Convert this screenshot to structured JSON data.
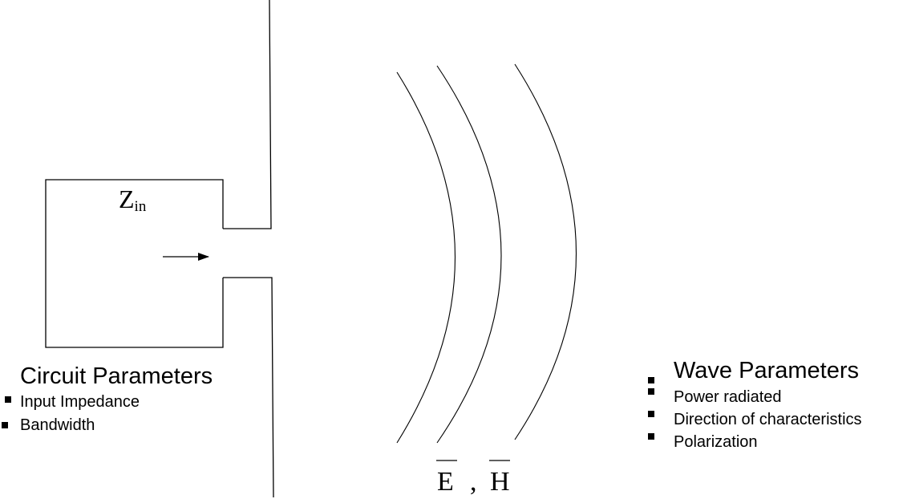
{
  "circuit": {
    "impedance_symbol": "Z",
    "impedance_subscript": "in",
    "heading": "Circuit Parameters",
    "items": [
      "Input Impedance",
      "Bandwidth"
    ]
  },
  "wave": {
    "heading": "Wave Parameters",
    "items": [
      "Power radiated",
      "Direction of characteristics",
      "Polarization"
    ]
  },
  "fields": {
    "electric": "E",
    "separator": ",",
    "magnetic": "H"
  }
}
